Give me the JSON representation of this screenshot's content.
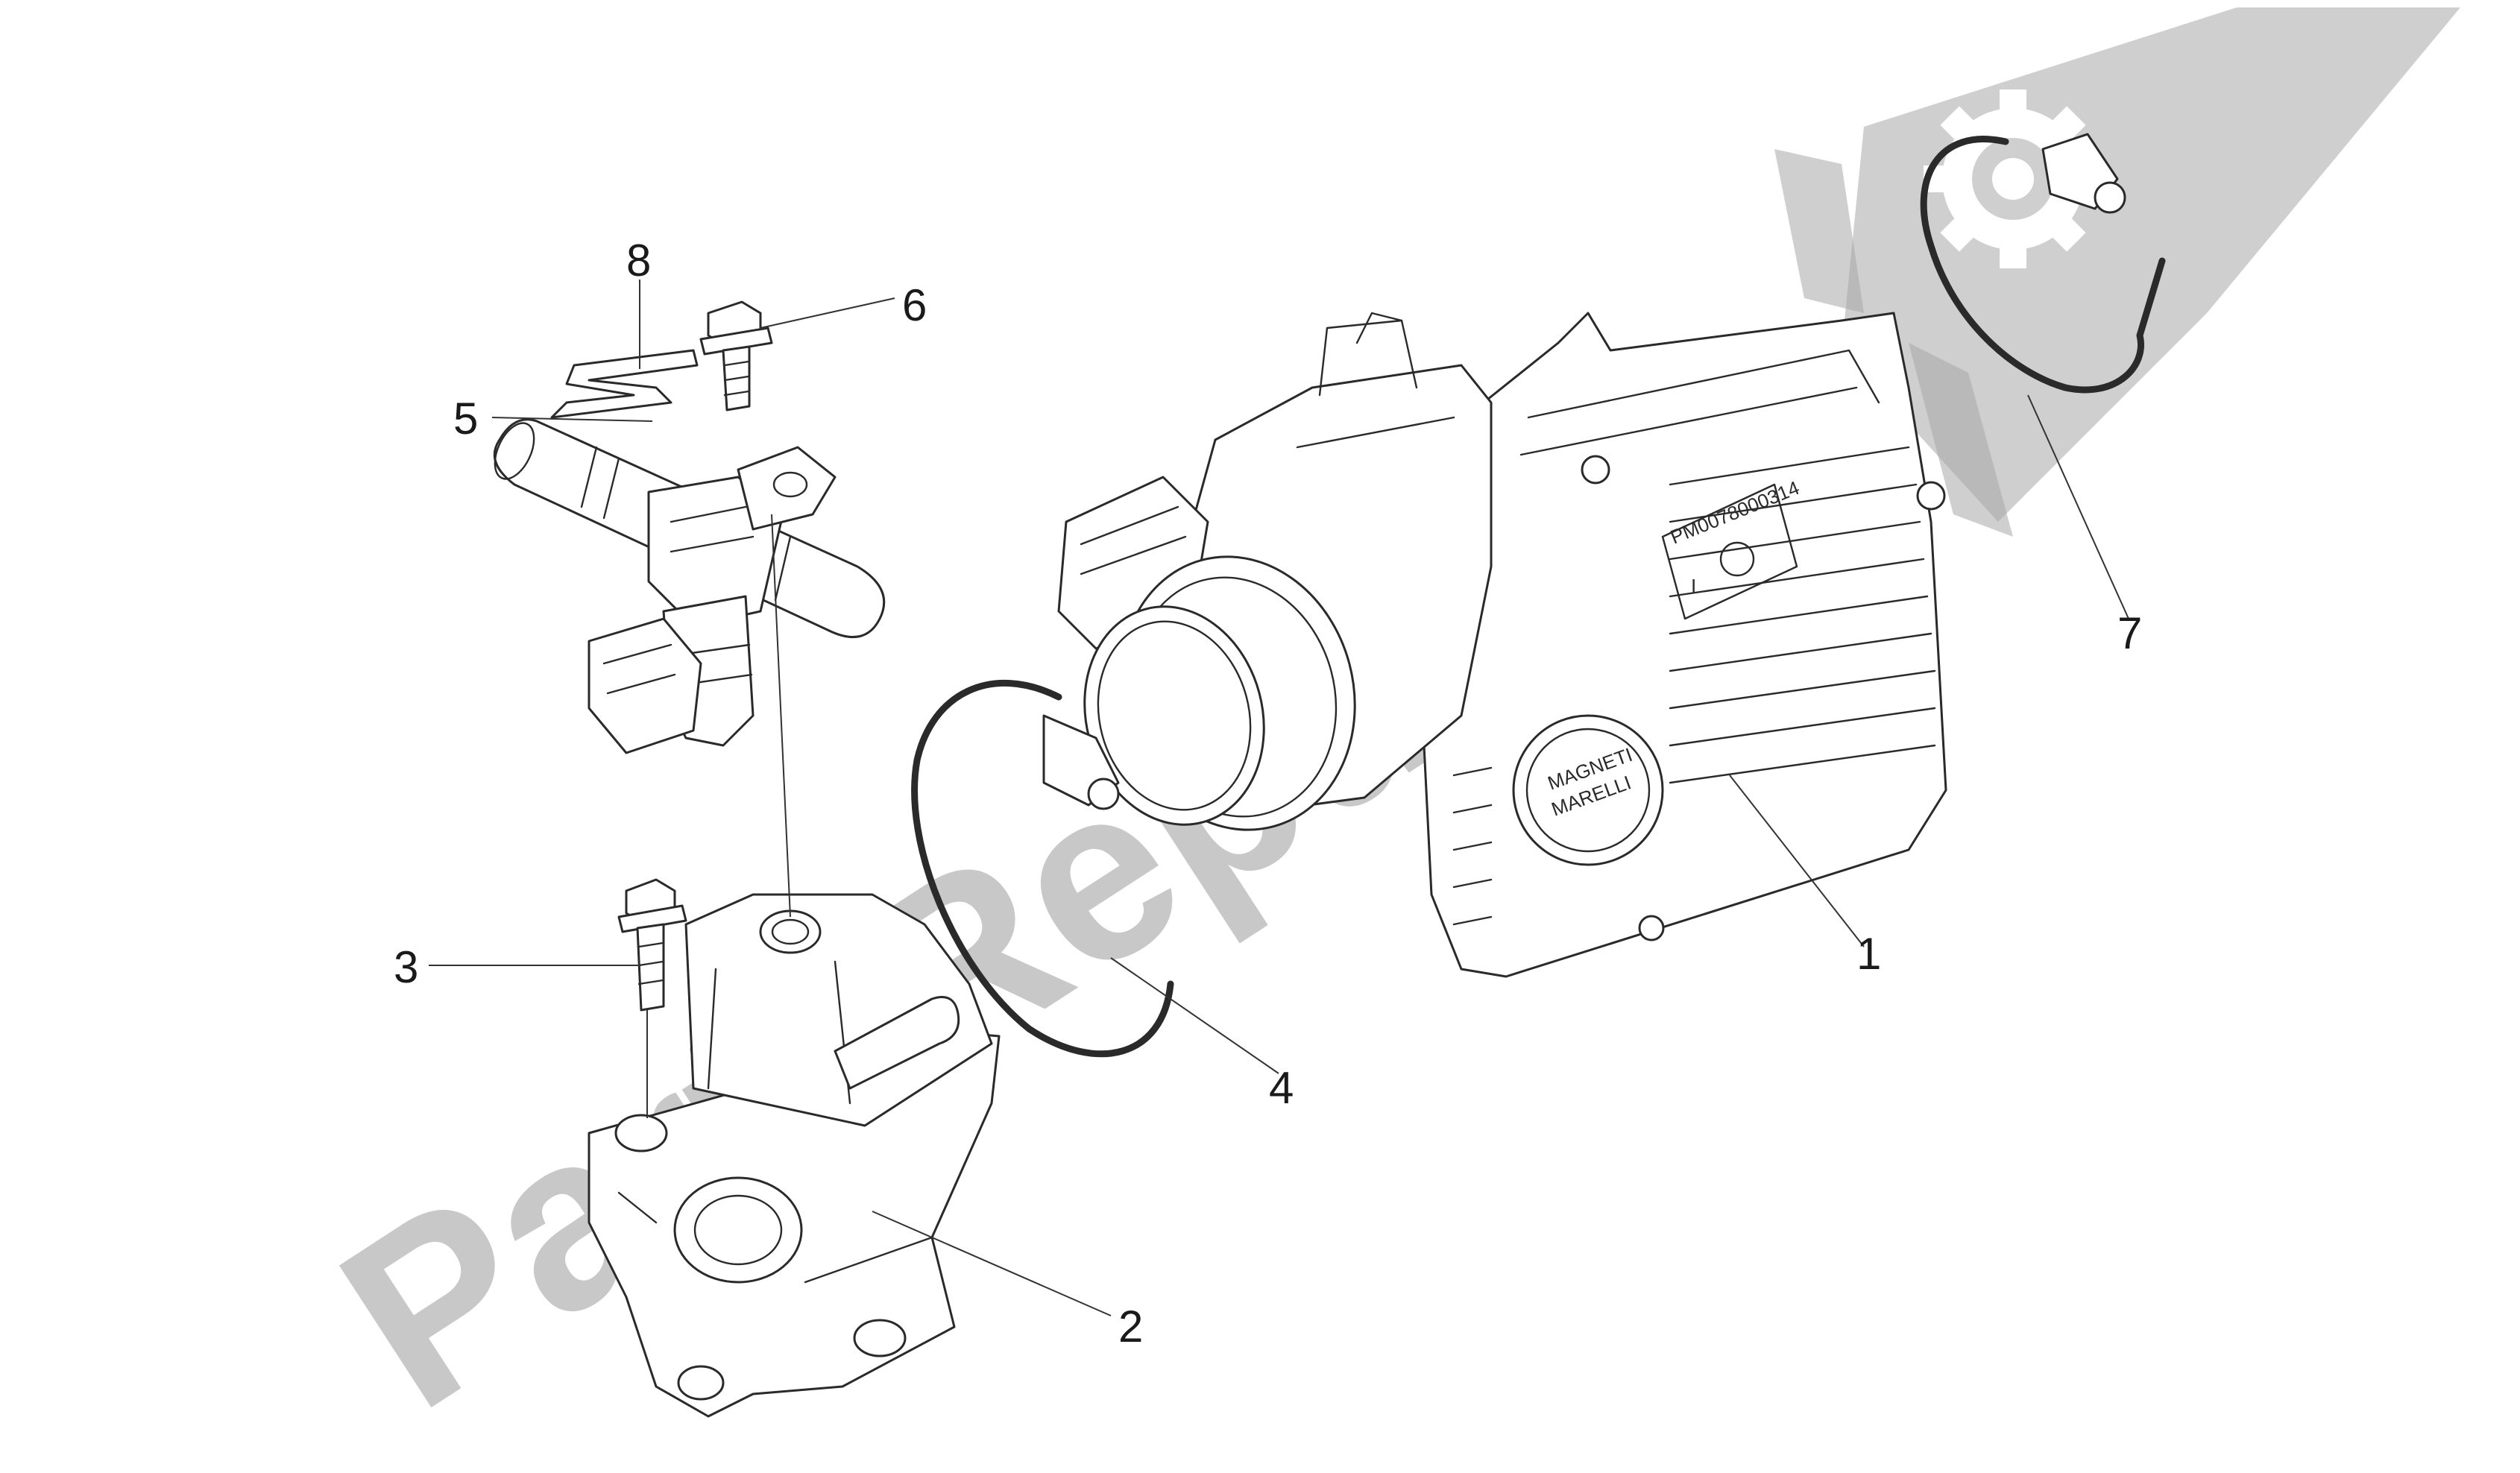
{
  "watermark": {
    "text": "PartsRepublik",
    "icon": "gear-icon",
    "color": "#a8a8a8"
  },
  "parts": {
    "throttle_body_label": "1",
    "intake_manifold_label": "2",
    "screw_label": "3",
    "hose_clamp_label": "4",
    "injector_label": "5",
    "flange_screw_label": "6",
    "clamp_label": "7",
    "retaining_clip_label": "8"
  },
  "throttle_body": {
    "serial": "PM0078000314",
    "logo_top": "MAGNETI",
    "logo_bottom": "MARELLI",
    "mark": "I"
  }
}
